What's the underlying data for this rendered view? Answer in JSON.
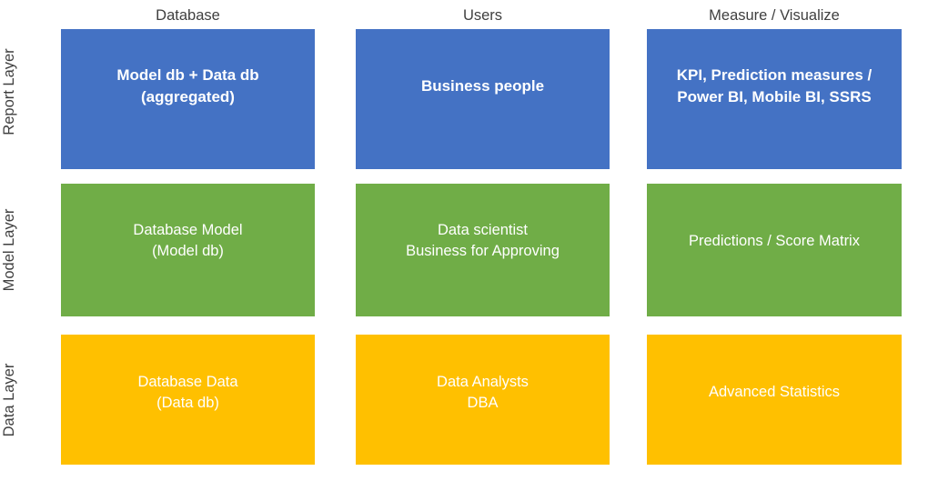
{
  "diagram": {
    "background_color": "#ffffff",
    "label_color": "#3f3f3f",
    "cell_text_color": "#ffffff",
    "column_headers": [
      "Database",
      "Users",
      "Measure / Visualize"
    ],
    "row_labels": [
      "Report Layer",
      "Model Layer",
      "Data Layer"
    ],
    "row_colors": [
      "#4472C4",
      "#70AD47",
      "#FFC000"
    ],
    "rows": [
      {
        "label": "Report Layer",
        "color": "#4472C4",
        "cells": [
          "Model  db + Data db\n(aggregated)",
          "Business people",
          "KPI, Prediction measures /\nPower BI, Mobile BI, SSRS"
        ]
      },
      {
        "label": "Model Layer",
        "color": "#70AD47",
        "cells": [
          "Database Model\n(Model db)",
          "Data scientist\nBusiness for Approving",
          "Predictions / Score Matrix"
        ]
      },
      {
        "label": "Data Layer",
        "color": "#FFC000",
        "cells": [
          "Database Data\n(Data db)",
          "Data Analysts\nDBA",
          "Advanced Statistics"
        ]
      }
    ]
  }
}
